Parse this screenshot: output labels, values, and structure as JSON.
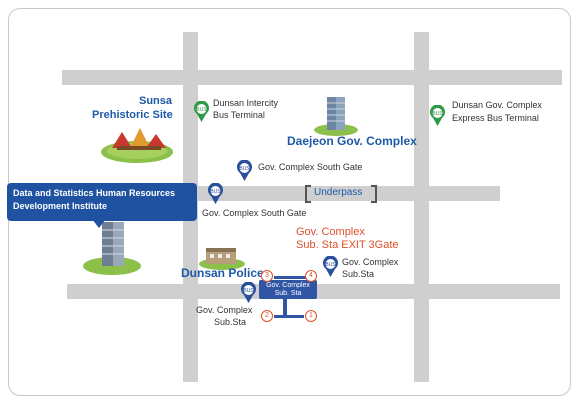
{
  "places": {
    "sunsa": {
      "line1": "Sunsa",
      "line2": "Prehistoric Site"
    },
    "daejeon_gov_complex": "Daejeon Gov. Complex",
    "dsdi_callout": {
      "line1": "Data and Statistics Human Resources",
      "line2": "Development Institute"
    },
    "dunsan_police": "Dunsan Police",
    "underpass": "Underpass",
    "subway_exit": {
      "line1": "Gov. Complex",
      "line2": "Sub. Sta EXIT 3Gate"
    },
    "station_box": {
      "line1": "Gov. Complex",
      "line2": "Sub. Sta"
    }
  },
  "bus_stops": {
    "intercity": {
      "line1": "Dunsan Intercity",
      "line2": "Bus Terminal"
    },
    "express": {
      "line1": "Dunsan Gov. Complex",
      "line2": "Express Bus Terminal"
    },
    "south_gate_upper": "Gov. Complex South Gate",
    "south_gate_lower": "Gov. Complex South Gate",
    "sub_sta_right": {
      "line1": "Gov. Complex",
      "line2": "Sub.Sta"
    },
    "sub_sta_left": {
      "line1": "Gov. Complex",
      "line2": "Sub.Sta"
    },
    "pin_text": "BUS"
  },
  "exits": {
    "e1": "1",
    "e2": "2",
    "e3": "3",
    "e4": "4"
  },
  "colors": {
    "road": "#cfcfcf",
    "label_blue": "#1e5aa8",
    "callout_bg": "#1f52a0",
    "exit_orange": "#e0502a",
    "bus_blue": "#2a4f9b",
    "bus_green": "#2e9a4a"
  }
}
